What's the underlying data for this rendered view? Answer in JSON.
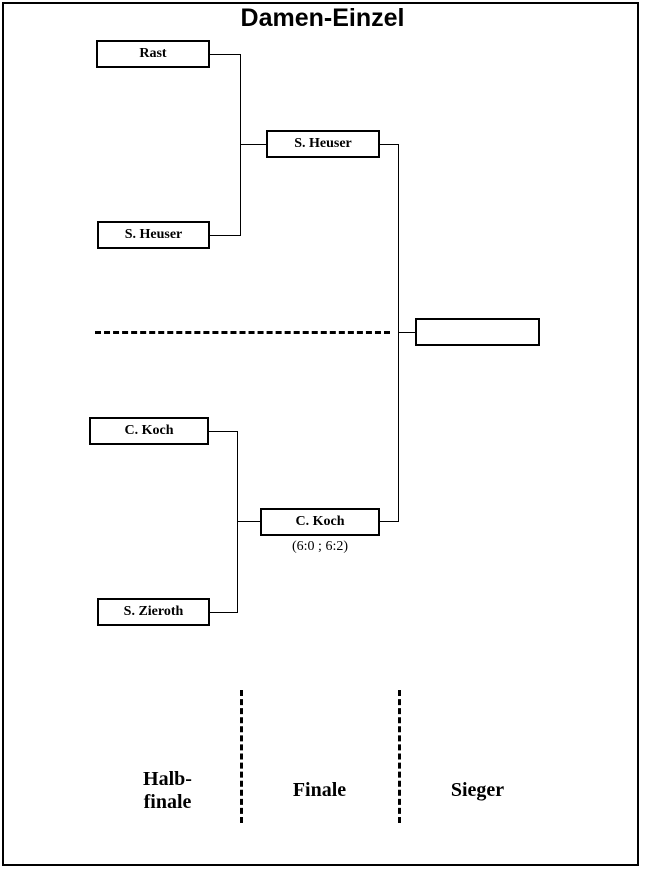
{
  "document": {
    "title": "Damen-Einzel",
    "border_color": "#000000",
    "background_color": "#ffffff",
    "text_color": "#000000"
  },
  "bracket": {
    "semifinal": {
      "match_1": {
        "player_top": "Rast",
        "player_bottom": "S. Heuser"
      },
      "match_2": {
        "player_top": "C. Koch",
        "player_bottom": "S. Zieroth"
      }
    },
    "final": {
      "player_top": "S. Heuser",
      "player_bottom": "C. Koch",
      "score": "(6:0 ; 6:2)"
    },
    "winner": {
      "name": ""
    }
  },
  "legend": {
    "rounds": [
      {
        "line1": "Halb-",
        "line2": "finale"
      },
      {
        "line1": "Finale",
        "line2": ""
      },
      {
        "line1": "Sieger",
        "line2": ""
      }
    ]
  }
}
